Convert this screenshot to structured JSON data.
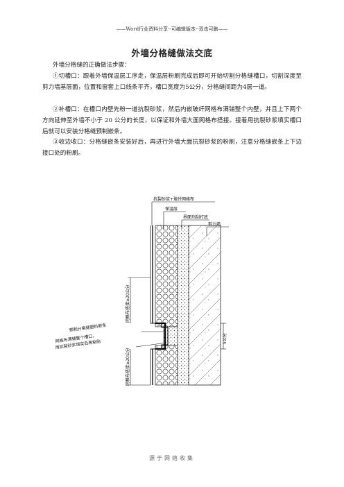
{
  "header": "——Word行业资料分享--可编辑版本--双击可删——",
  "title": "外墙分格缝做法交底",
  "paragraphs": [
    "外墙分格缝的正确做法步骤：",
    "①切槽口：跟着外墙保温层工序走，保温层粉刷完成后即可开始切割分格缝槽口，切割深度至剪力墙基层面，位置和窗套上口线条平齐，槽口宽度为5公分，分格缝间距为4层一道。",
    "②补槽口：在槽口内壁先粉一道抗裂砂浆，然后内嵌玻纤网格布满铺整个内壁，并且上下两个方向延伸至外墙不小于 20 公分的长度，以保证和外墙大面网格布搭接。接着用抗裂砂浆填实槽口后就可以安装分格缝预制嵌条。",
    "③收边收口：分格缝嵌条安装好后，再进行外墙大面抗裂砂浆的粉刷，注意分格缝嵌条上下边接口处的粉刷。"
  ],
  "diagram": {
    "labels": {
      "mesh_layer": "抗裂砂浆+玻纤网格布",
      "insulation": "保温层",
      "interface": "界面剂刮打底",
      "shear_wall": "剪力墙",
      "mesh_overlap_top": "网格布搭接≥20公分",
      "precast_strip": "预制分格缝塑料嵌条",
      "groove_note_1": "网格布满铺整个槽口，",
      "groove_note_2": "用抗裂砂浆填实后再粘贴",
      "mesh_overlap_bottom": "网格布搭接≥20公分",
      "groove_width": "5公分"
    }
  },
  "footer": "源于网络收集"
}
